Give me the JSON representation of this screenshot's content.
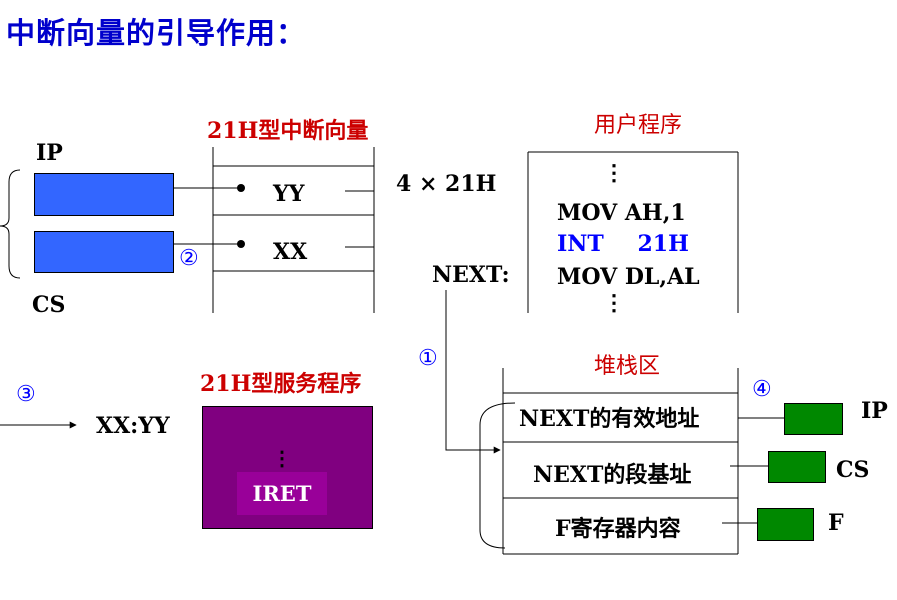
{
  "title": "中断向量的引导作用：",
  "vector_table": {
    "heading": "21H型中断向量",
    "row_yy": "YY",
    "row_xx": "XX",
    "offset_label": "4 × 21H"
  },
  "registers": {
    "ip": "IP",
    "cs": "CS"
  },
  "user_program": {
    "heading": "用户程序",
    "dots_top": "⋮",
    "line1": "MOV  AH,1",
    "line2_op": "INT",
    "line2_arg": "21H",
    "line3": "MOV  DL,AL",
    "dots_bottom": "⋮",
    "next_label": "NEXT:"
  },
  "service": {
    "heading": "21H型服务程序",
    "entry": "XX:YY",
    "dots": "⋮",
    "iret": "IRET"
  },
  "stack": {
    "heading": "堆栈区",
    "row1": "NEXT的有效地址",
    "row2": "NEXT的段基址",
    "row3": "F寄存器内容",
    "reg_ip": "IP",
    "reg_cs": "CS",
    "reg_f": "F"
  },
  "steps": {
    "s1": "①",
    "s2": "②",
    "s3": "③",
    "s4": "④"
  },
  "colors": {
    "title": "#0000cc",
    "heading": "#cc0000",
    "step": "#0000ff",
    "register_box": "#3366ff",
    "stack_register_box": "#008800",
    "service_box": "#800080"
  }
}
